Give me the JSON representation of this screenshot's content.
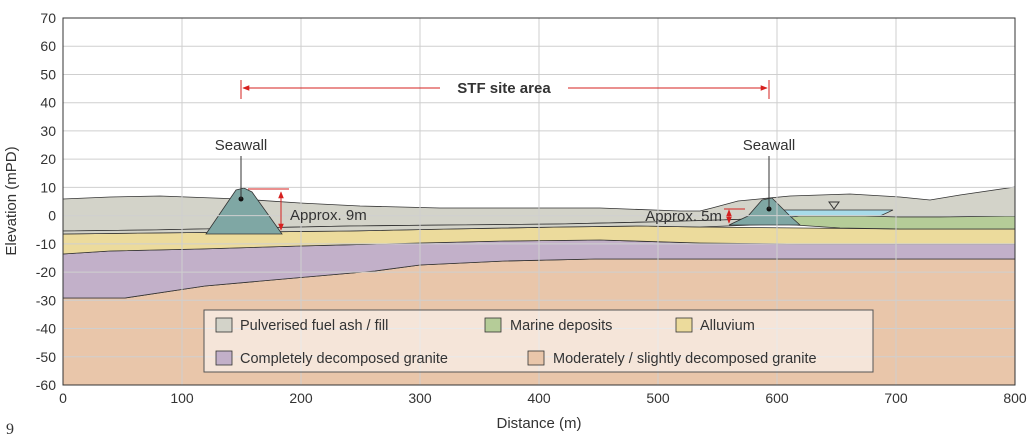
{
  "chart": {
    "xlabel": "Distance (m)",
    "ylabel": "Elevation (mPD)",
    "xlim": [
      0,
      800
    ],
    "ylim": [
      -60,
      70
    ],
    "x_ticks": [
      0,
      100,
      200,
      300,
      400,
      500,
      600,
      700,
      800
    ],
    "y_ticks": [
      70,
      60,
      50,
      40,
      30,
      20,
      10,
      0,
      -10,
      -20,
      -30,
      -40,
      -50,
      -60
    ],
    "grid": true,
    "colors": {
      "pfa_fill": "#d3d3c9",
      "marine_deposits": "#b5cc98",
      "alluvium": "#ecdb9c",
      "cdg": "#c2b0c9",
      "mdg": "#e9c6aa",
      "seawall": "#7fa7a4",
      "water": "#a8dbe9",
      "accent_red": "#d6201f"
    }
  },
  "annotations": {
    "site_area": "STF site area",
    "seawall_left": "Seawall",
    "seawall_right": "Seawall",
    "approx_left": "Approx. 9m",
    "approx_right": "Approx. 5m"
  },
  "legend": [
    {
      "label": "Pulverised fuel ash / fill",
      "color": "#d3d3c9"
    },
    {
      "label": "Marine deposits",
      "color": "#b5cc98"
    },
    {
      "label": "Alluvium",
      "color": "#ecdb9c"
    },
    {
      "label": "Completely decomposed granite",
      "color": "#c2b0c9"
    },
    {
      "label": "Moderately / slightly decomposed granite",
      "color": "#e9c6aa"
    }
  ],
  "page_number": "9"
}
